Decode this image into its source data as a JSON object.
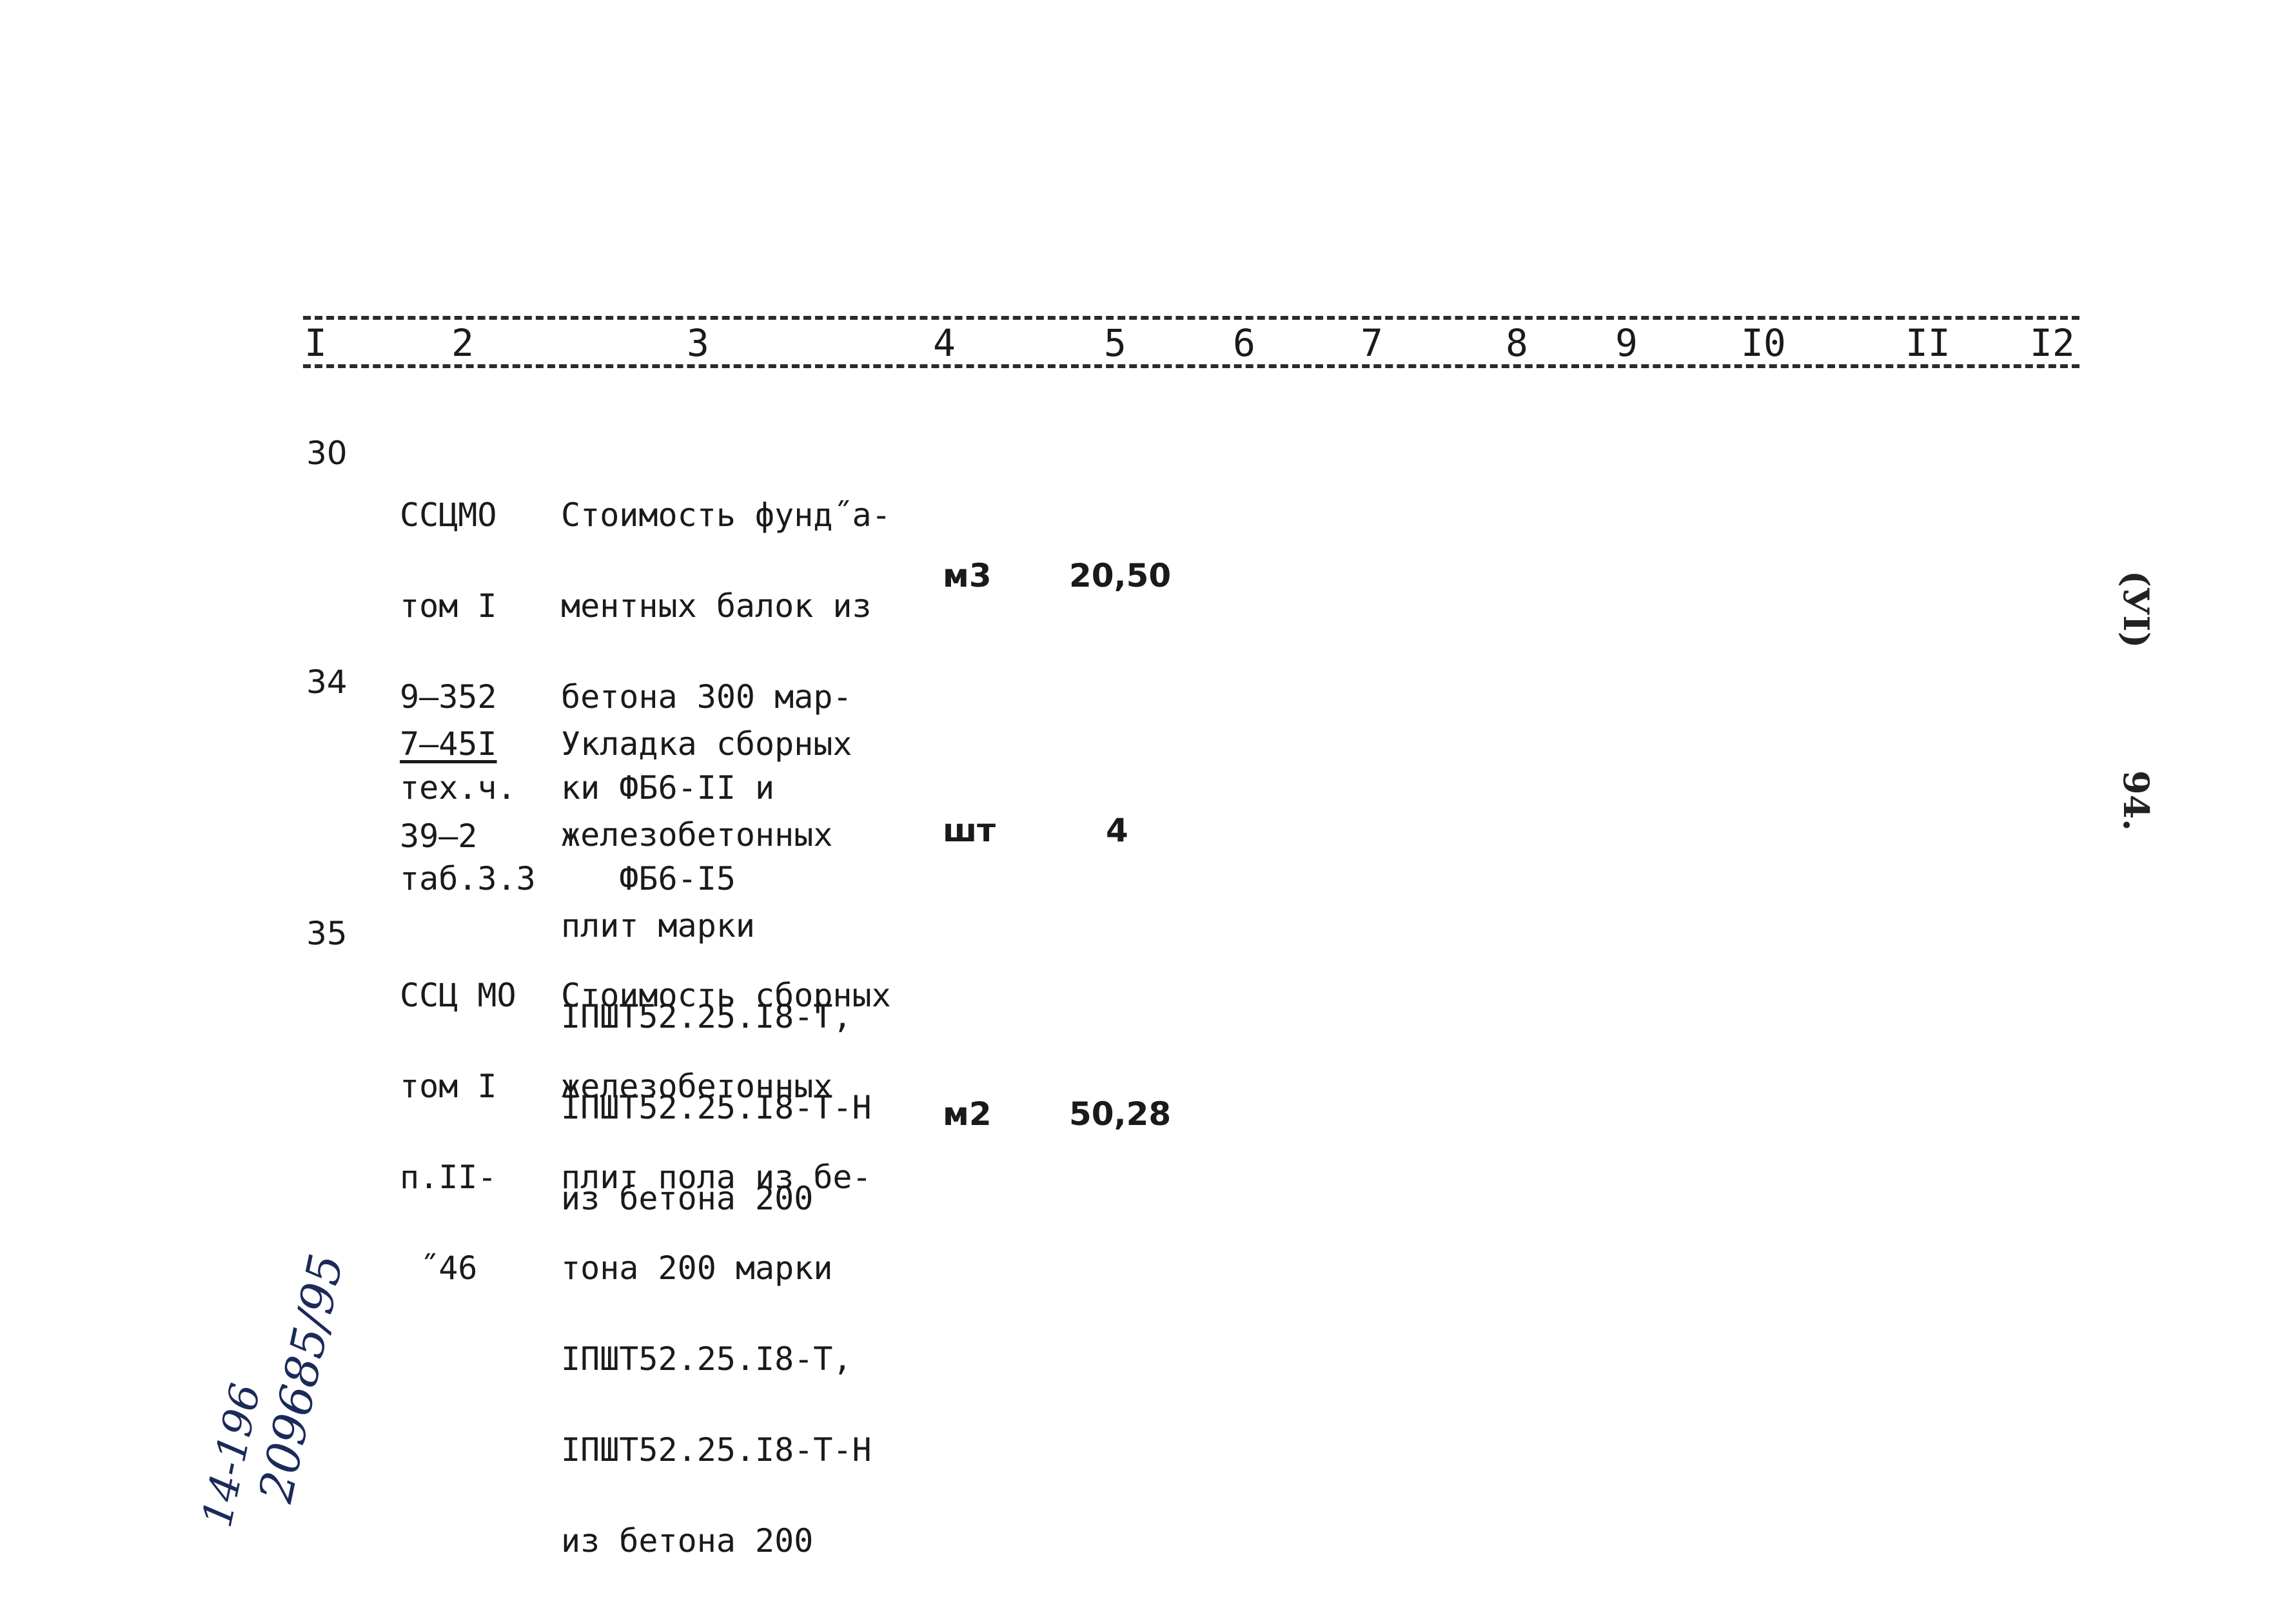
{
  "header": {
    "columns": [
      "I",
      "2",
      "3",
      "4",
      "5",
      "6",
      "7",
      "8",
      "9",
      "I0",
      "II",
      "I2"
    ]
  },
  "rows": [
    {
      "num": "30",
      "ref": [
        "ССЦМО",
        "том I",
        "9–352",
        "тех.ч.",
        "таб.3.3"
      ],
      "desc": [
        "Стоимость фунд˝а-",
        "ментных балок из",
        "бетона 300 мар-",
        "ки ФБ6-II и",
        "   ФБ6-I5"
      ],
      "unit": "м3",
      "qty": "20,50"
    },
    {
      "num": "34",
      "ref_top": "7–45I",
      "ref_bottom": "39–2",
      "desc": [
        "Укладка сборных",
        "железобетонных",
        "плит марки",
        "IПШТ52.25.I8-Т,",
        "IПШТ52.25.I8-Т-Н",
        "из бетона 200"
      ],
      "unit": "шт",
      "qty": "4"
    },
    {
      "num": "35",
      "ref": [
        "ССЦ МО",
        "том I",
        "п.II-",
        " ˝46"
      ],
      "desc": [
        "Стоимость сборных",
        "железобетонных",
        "плит пола из бе-",
        "тона 200 марки",
        "IПШТ52.25.I8-Т,",
        "IПШТ52.25.I8-Т-Н",
        "из бетона 200"
      ],
      "unit": "м2",
      "qty": "50,28"
    }
  ],
  "margin": {
    "section": "(УI)",
    "page": "94."
  },
  "handwritten": {
    "line1": "209685/95",
    "line2": "14-196"
  }
}
